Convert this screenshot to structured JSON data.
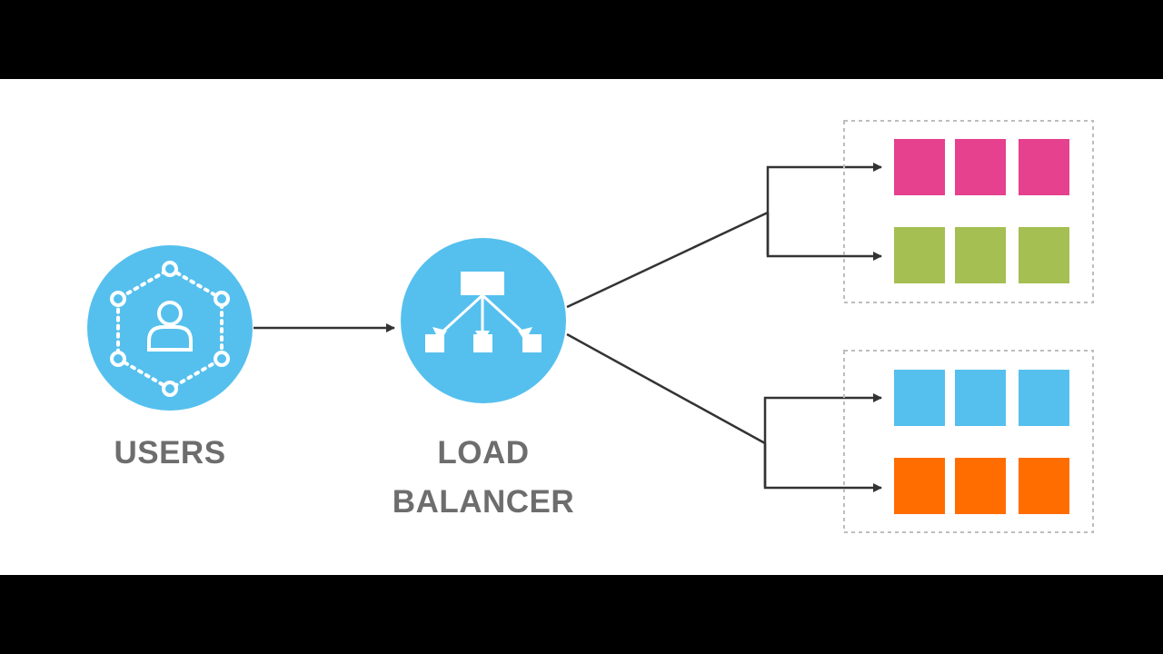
{
  "nodes": {
    "users": {
      "label": "USERS",
      "icon": "user-network-icon"
    },
    "load_balancer": {
      "label_line1": "LOAD",
      "label_line2": "BALANCER",
      "icon": "distribute-arrows-icon"
    }
  },
  "server_groups": [
    {
      "rows": [
        {
          "color": "#e5418e",
          "count": 3
        },
        {
          "color": "#a5bf52",
          "count": 3
        }
      ]
    },
    {
      "rows": [
        {
          "color": "#55c0ee",
          "count": 3
        },
        {
          "color": "#ff6d00",
          "count": 3
        }
      ]
    }
  ],
  "colors": {
    "node_circle": "#55c0ee",
    "connector": "#333333",
    "group_border": "#bdbdbd",
    "label_text": "#6d6d6d"
  }
}
